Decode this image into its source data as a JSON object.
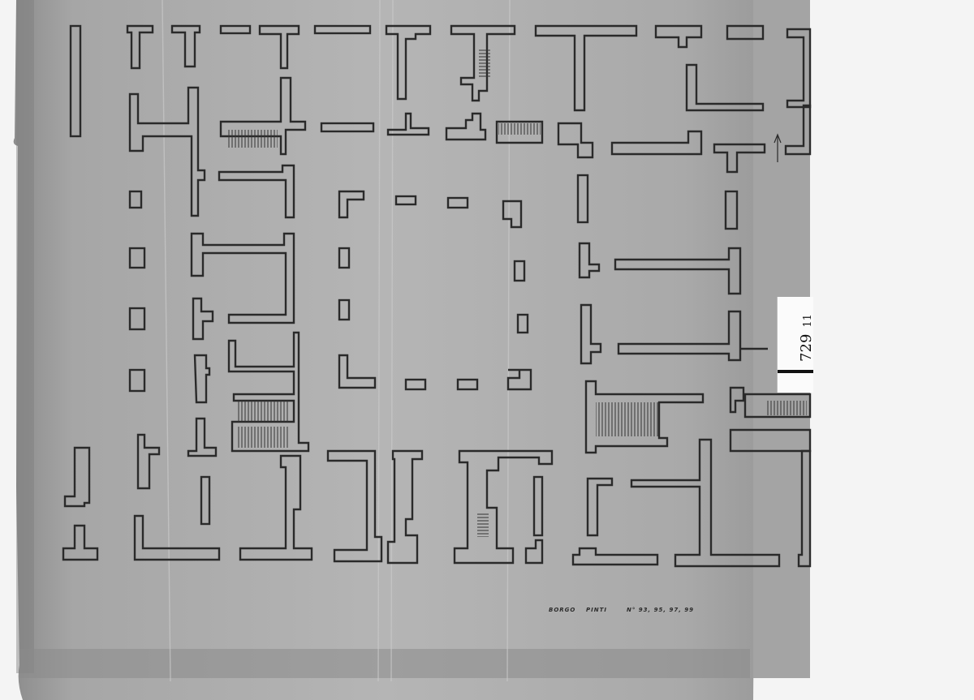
{
  "caption": {
    "street": "BORGO",
    "name": "PINTI",
    "numbers": "N° 93, 95, 97, 99"
  },
  "label": {
    "archive_number": "729",
    "sheet_number": "11"
  },
  "colors": {
    "paper": "#b0b0b0",
    "ink": "#2a2a2a",
    "background": "#f4f4f4"
  }
}
